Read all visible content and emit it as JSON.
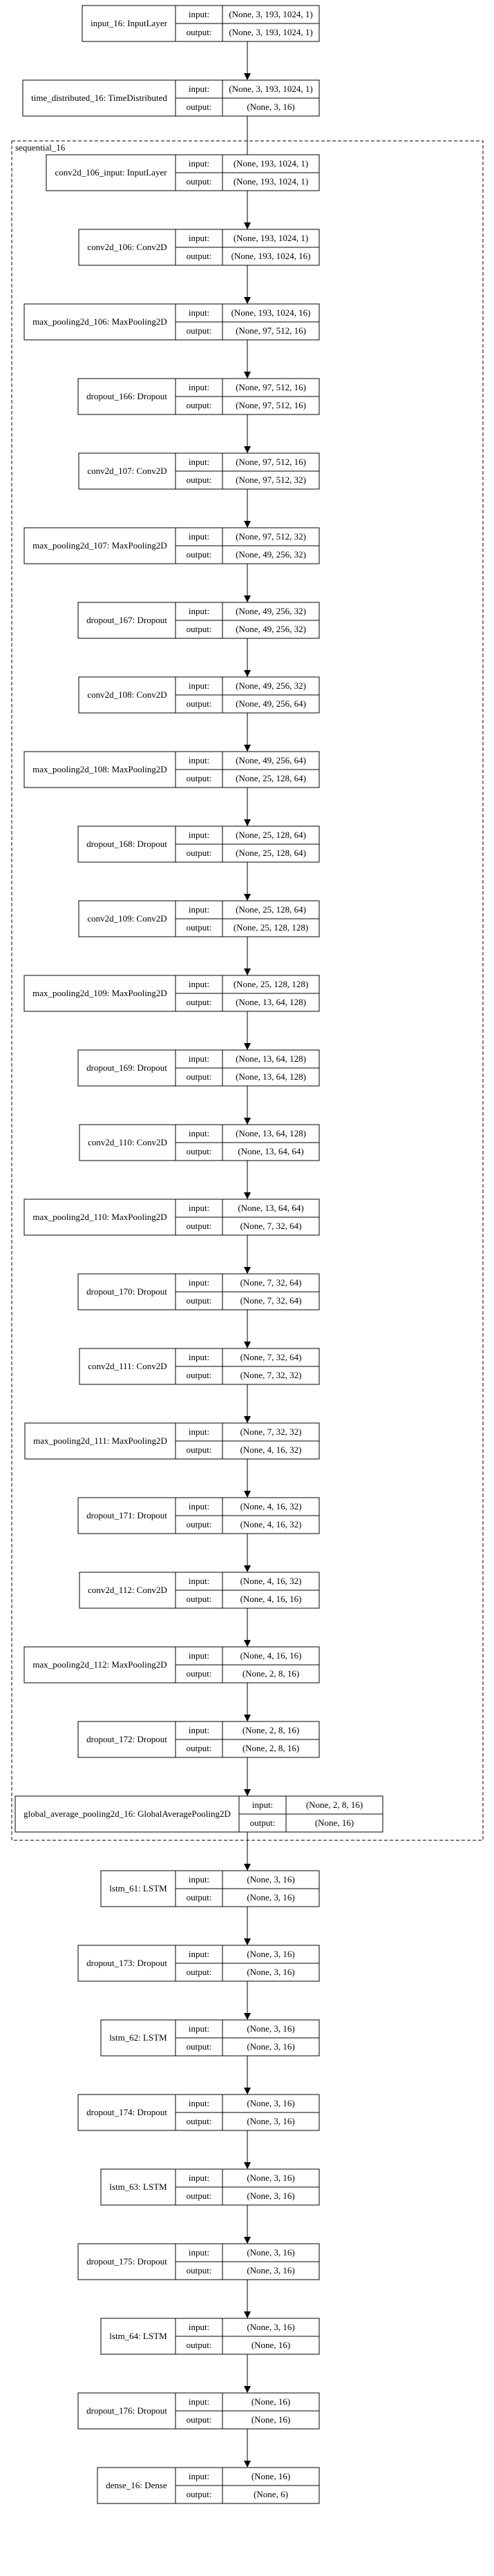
{
  "cluster_label": "sequential_16",
  "port_labels": {
    "input": "input:",
    "output": "output:"
  },
  "nodes": [
    {
      "name": "input_16: InputLayer",
      "input": "(None, 3, 193, 1024, 1)",
      "output": "(None, 3, 193, 1024, 1)"
    },
    {
      "name": "time_distributed_16: TimeDistributed",
      "input": "(None, 3, 193, 1024, 1)",
      "output": "(None, 3, 16)"
    },
    {
      "name": "conv2d_106_input: InputLayer",
      "input": "(None, 193, 1024, 1)",
      "output": "(None, 193, 1024, 1)"
    },
    {
      "name": "conv2d_106: Conv2D",
      "input": "(None, 193, 1024, 1)",
      "output": "(None, 193, 1024, 16)"
    },
    {
      "name": "max_pooling2d_106: MaxPooling2D",
      "input": "(None, 193, 1024, 16)",
      "output": "(None, 97, 512, 16)"
    },
    {
      "name": "dropout_166: Dropout",
      "input": "(None, 97, 512, 16)",
      "output": "(None, 97, 512, 16)"
    },
    {
      "name": "conv2d_107: Conv2D",
      "input": "(None, 97, 512, 16)",
      "output": "(None, 97, 512, 32)"
    },
    {
      "name": "max_pooling2d_107: MaxPooling2D",
      "input": "(None, 97, 512, 32)",
      "output": "(None, 49, 256, 32)"
    },
    {
      "name": "dropout_167: Dropout",
      "input": "(None, 49, 256, 32)",
      "output": "(None, 49, 256, 32)"
    },
    {
      "name": "conv2d_108: Conv2D",
      "input": "(None, 49, 256, 32)",
      "output": "(None, 49, 256, 64)"
    },
    {
      "name": "max_pooling2d_108: MaxPooling2D",
      "input": "(None, 49, 256, 64)",
      "output": "(None, 25, 128, 64)"
    },
    {
      "name": "dropout_168: Dropout",
      "input": "(None, 25, 128, 64)",
      "output": "(None, 25, 128, 64)"
    },
    {
      "name": "conv2d_109: Conv2D",
      "input": "(None, 25, 128, 64)",
      "output": "(None, 25, 128, 128)"
    },
    {
      "name": "max_pooling2d_109: MaxPooling2D",
      "input": "(None, 25, 128, 128)",
      "output": "(None, 13, 64, 128)"
    },
    {
      "name": "dropout_169: Dropout",
      "input": "(None, 13, 64, 128)",
      "output": "(None, 13, 64, 128)"
    },
    {
      "name": "conv2d_110: Conv2D",
      "input": "(None, 13, 64, 128)",
      "output": "(None, 13, 64, 64)"
    },
    {
      "name": "max_pooling2d_110: MaxPooling2D",
      "input": "(None, 13, 64, 64)",
      "output": "(None, 7, 32, 64)"
    },
    {
      "name": "dropout_170: Dropout",
      "input": "(None, 7, 32, 64)",
      "output": "(None, 7, 32, 64)"
    },
    {
      "name": "conv2d_111: Conv2D",
      "input": "(None, 7, 32, 64)",
      "output": "(None, 7, 32, 32)"
    },
    {
      "name": "max_pooling2d_111: MaxPooling2D",
      "input": "(None, 7, 32, 32)",
      "output": "(None, 4, 16, 32)"
    },
    {
      "name": "dropout_171: Dropout",
      "input": "(None, 4, 16, 32)",
      "output": "(None, 4, 16, 32)"
    },
    {
      "name": "conv2d_112: Conv2D",
      "input": "(None, 4, 16, 32)",
      "output": "(None, 4, 16, 16)"
    },
    {
      "name": "max_pooling2d_112: MaxPooling2D",
      "input": "(None, 4, 16, 16)",
      "output": "(None, 2, 8, 16)"
    },
    {
      "name": "dropout_172: Dropout",
      "input": "(None, 2, 8, 16)",
      "output": "(None, 2, 8, 16)"
    },
    {
      "name": "global_average_pooling2d_16: GlobalAveragePooling2D",
      "input": "(None, 2, 8, 16)",
      "output": "(None, 16)"
    },
    {
      "name": "lstm_61: LSTM",
      "input": "(None, 3, 16)",
      "output": "(None, 3, 16)"
    },
    {
      "name": "dropout_173: Dropout",
      "input": "(None, 3, 16)",
      "output": "(None, 3, 16)"
    },
    {
      "name": "lstm_62: LSTM",
      "input": "(None, 3, 16)",
      "output": "(None, 3, 16)"
    },
    {
      "name": "dropout_174: Dropout",
      "input": "(None, 3, 16)",
      "output": "(None, 3, 16)"
    },
    {
      "name": "lstm_63: LSTM",
      "input": "(None, 3, 16)",
      "output": "(None, 3, 16)"
    },
    {
      "name": "dropout_175: Dropout",
      "input": "(None, 3, 16)",
      "output": "(None, 3, 16)"
    },
    {
      "name": "lstm_64: LSTM",
      "input": "(None, 3, 16)",
      "output": "(None, 16)"
    },
    {
      "name": "dropout_176: Dropout",
      "input": "(None, 16)",
      "output": "(None, 16)"
    },
    {
      "name": "dense_16: Dense",
      "input": "(None, 16)",
      "output": "(None, 6)"
    }
  ]
}
